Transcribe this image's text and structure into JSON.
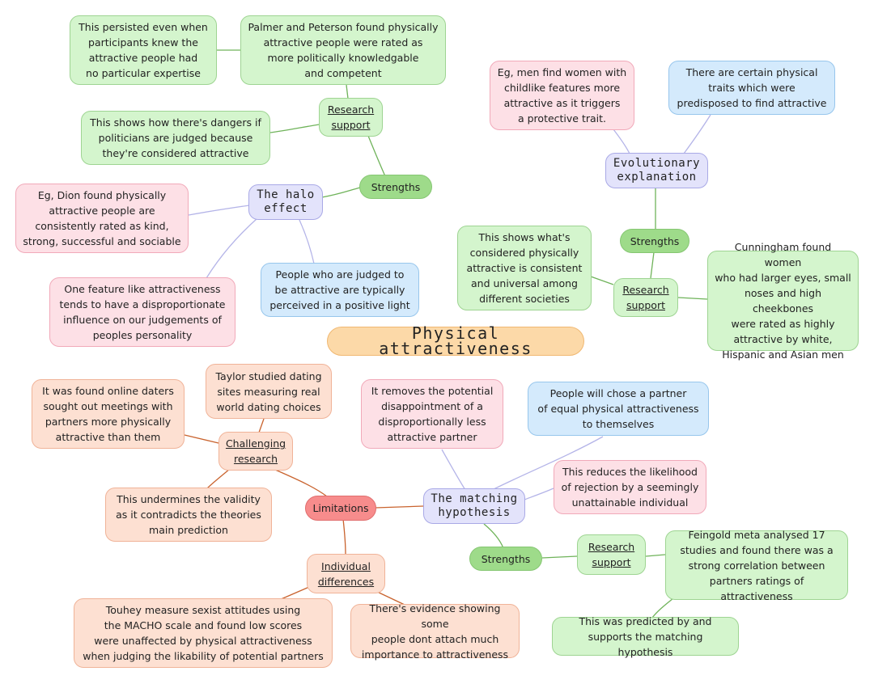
{
  "center": "Physical attractiveness",
  "halo": {
    "title": "The halo\neffect",
    "strengths": "Strengths",
    "research": "Research\nsupport",
    "palmer": "Palmer and Peterson found physically\nattractive people were rated as\nmore politically knowledgable\nand competent",
    "persisted": "This persisted even when\nparticipants knew the\nattractive people had\nno particular expertise",
    "dangers": "This shows how there's dangers if\npoliticians are judged because\nthey're considered attractive",
    "dion": "Eg, Dion found physically\nattractive people are\nconsistently rated as kind,\nstrong, successful and sociable",
    "feature": "One feature like attractiveness\ntends to have a disproportionate\ninfluence on our judgements of\npeoples personality",
    "positive": "People who are judged to\nbe attractive are typically\nperceived in a positive light"
  },
  "evolutionary": {
    "title": "Evolutionary\nexplanation",
    "men": "Eg, men find women with\nchildlike features more\nattractive as it triggers\na protective trait.",
    "traits": "There are certain physical\ntraits which were\npredisposed to find attractive",
    "strengths": "Strengths",
    "research": "Research\nsupport",
    "shows": "This shows what's\nconsidered physically\nattractive is consistent\nand universal among\ndifferent societies",
    "cunningham": "Cunningham found women\nwho had larger eyes, small\nnoses and high cheekbones\nwere rated as highly\nattractive by white,\nHispanic and Asian men"
  },
  "matching": {
    "title": "The matching\nhypothesis",
    "removes": "It removes the potential\ndisappointment of a\ndisproportionally less\nattractive partner",
    "chose": "People will chose a partner\nof equal physical attractiveness\nto themselves",
    "reduces": "This reduces the likelihood\nof rejection by a seemingly\nunattainable individual",
    "strengths": "Strengths",
    "research": "Research\nsupport",
    "feingold": "Feingold meta analysed 17\nstudies and found there was a\nstrong correlation between\npartners ratings of attractiveness",
    "predicted": "This was predicted by and\nsupports the matching hypothesis"
  },
  "limitations": {
    "title": "Limitations",
    "challenging": "Challenging\nresearch",
    "taylor": "Taylor studied dating\nsites measuring real\nworld dating choices",
    "online": "It was found online daters\nsought out meetings with\npartners more physically\nattractive than them",
    "undermines": "This undermines the validity\nas it contradicts the theories\nmain prediction",
    "individual": "Individual\ndifferences",
    "touhey": "Touhey measure sexist attitudes using\nthe MACHO scale and found low scores\nwere unaffected by physical attractiveness\nwhen judging the likability of potential partners",
    "evidence": "There's evidence showing some\npeople dont attach much\nimportance to attractiveness"
  },
  "colors": {
    "green_line": "#6fb35a",
    "lavender_line": "#b4b4e8",
    "orange_line": "#c9632e"
  }
}
